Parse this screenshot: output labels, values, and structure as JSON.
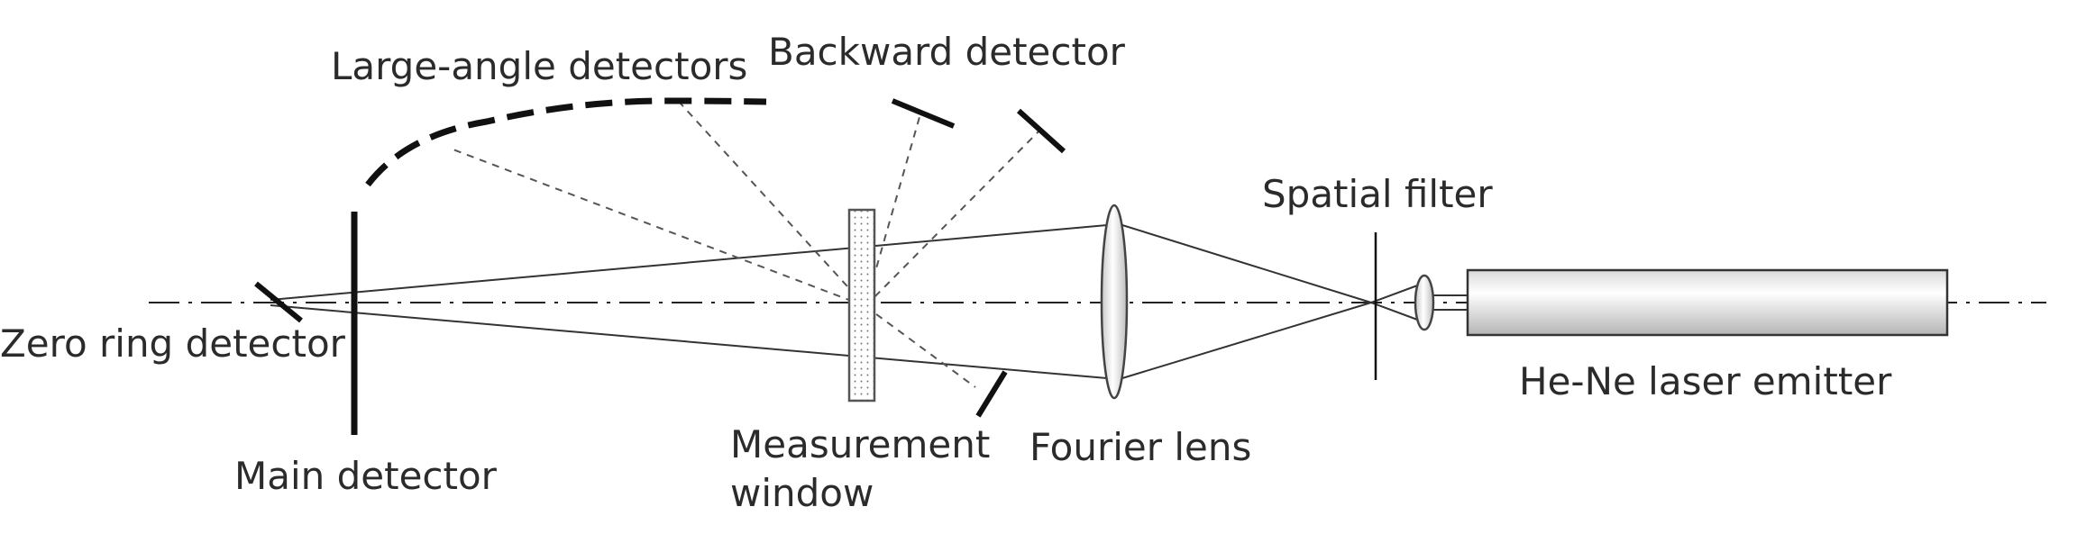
{
  "labels": {
    "large_angle": "Large-angle detectors",
    "backward": "Backward detector",
    "spatial_filter": "Spatial filter",
    "zero_ring": "Zero ring detector",
    "main_detector": "Main detector",
    "measurement_line1": "Measurement",
    "measurement_line2": "window",
    "fourier": "Fourier lens",
    "laser": "He-Ne laser emitter"
  },
  "colors": {
    "ink": "#111111",
    "text": "#2b2b2b",
    "background": "#ffffff"
  }
}
